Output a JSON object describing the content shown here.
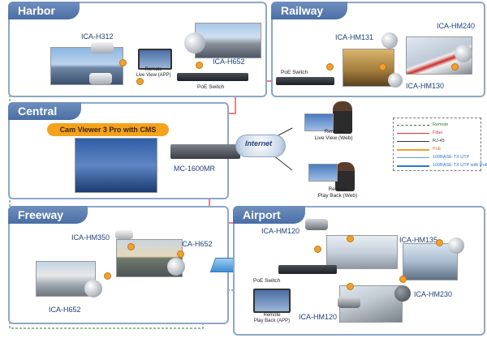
{
  "regions": {
    "harbor": "Harbor",
    "railway": "Railway",
    "central": "Central",
    "freeway": "Freeway",
    "airport": "Airport"
  },
  "labels": {
    "ica_h312": "ICA-H312",
    "ica_h652_harbor": "ICA-H652",
    "remote_live_app": "Remote\nLive View (APP)",
    "poe_switch_harbor": "PoE Switch",
    "poe_switch_railway": "PoE Switch",
    "ica_hm131": "ICA-HM131",
    "ica_hm240": "ICA-HM240",
    "ica_hm130": "ICA-HM130",
    "cam_viewer": "Cam Viewer 3 Pro with CMS",
    "mc_1600mr": "MC-1600MR",
    "internet": "Internet",
    "remote_live_web": "Remote\nLive View (Web)",
    "remote_playback_web": "Remote\nPlay Back (Web)",
    "ica_hm350": "ICA-HM350",
    "ica_h652_freeway": "ICA-H652",
    "ica_h652_freeway_bottom": "ICA-H652",
    "ica_hm120_top": "ICA-HM120",
    "ica_hm135": "ICA-HM135",
    "poe_switch_airport": "PoE Switch",
    "ica_hm230": "ICA-HM230",
    "remote_playback_app": "Remote\nPlay Back (APP)",
    "ica_hm120_bottom": "ICA-HM120"
  },
  "legend": [
    {
      "label": "Remote",
      "color": "#2e7d32",
      "style": "dashed"
    },
    {
      "label": "Fiber",
      "color": "#e0303a",
      "style": "solid"
    },
    {
      "label": "RJ-45",
      "color": "#333333",
      "style": "solid"
    },
    {
      "label": "PoE",
      "color": "#f0a030",
      "style": "solid"
    },
    {
      "label": "100BASE-TX UTP",
      "color": "#5aa0e0",
      "style": "solid"
    },
    {
      "label": "100BASE-TX UTP with PoE",
      "color": "#2a78c8",
      "style": "solid"
    }
  ],
  "colors": {
    "remote": "#2e7d32",
    "fiber": "#e0303a",
    "rj45": "#333333",
    "poe": "#f0a030",
    "utp": "#5aa0e0",
    "utp_poe": "#2a78c8",
    "tab": "#5a7db3",
    "border": "#8ea7c8"
  }
}
